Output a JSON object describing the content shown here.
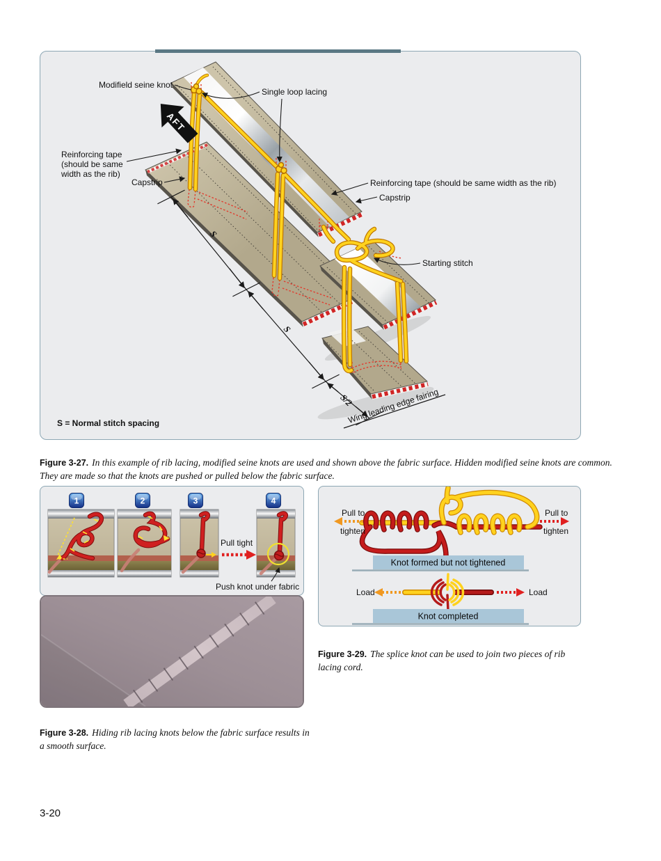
{
  "page_number": "3-20",
  "figure27": {
    "labels": {
      "modified_seine_knot": "Modifield seine knot",
      "single_loop_lacing": "Single loop lacing",
      "reinforcing_tape_left": [
        "Reinforcing tape",
        "(should be same",
        "width as the rib)"
      ],
      "capstrip_left": "Capstrip",
      "reinforcing_tape_right": "Reinforcing tape (should be same width as the rib)",
      "capstrip_right": "Capstrip",
      "starting_stitch": "Starting stitch",
      "aft": "AFT",
      "dim_s_1": "S",
      "dim_s_2": "S",
      "dim_s_half": "S/2",
      "wing_leading_edge": "Wing leading edge fairing",
      "legend": "S = Normal stitch spacing"
    },
    "caption": {
      "label": "Figure 3-27.",
      "text": "In this example of rib lacing, modified seine knots are used and shown above the fabric surface. Hidden modified seine knots are common. They are made so that the knots are pushed or pulled below the fabric surface."
    }
  },
  "figure28": {
    "steps": [
      "1",
      "2",
      "3",
      "4"
    ],
    "pull_tight": "Pull tight",
    "push_knot": "Push knot under fabric",
    "caption": {
      "label": "Figure 3-28.",
      "text": "Hiding rib lacing knots below the fabric surface results in a smooth surface."
    }
  },
  "figure29": {
    "pull_left": [
      "Pull to",
      "tighten"
    ],
    "pull_right": [
      "Pull to",
      "tighten"
    ],
    "banner_top": "Knot formed but not tightened",
    "load_left": "Load",
    "load_right": "Load",
    "banner_bottom": "Knot completed",
    "caption": {
      "label": "Figure 3-29.",
      "text": "The splice knot can be used to join two pieces of rib lacing cord."
    }
  },
  "colors": {
    "figure_bg": "#ebecee",
    "figure_border": "#8da7b4",
    "header_bar": "#5a7884",
    "cord_yellow": "#ffd21e",
    "cord_red": "#cf2020",
    "banner_blue": "#a9c6d8",
    "badge_blue": "#1b3a96",
    "plank_tan": "#c1b79c"
  }
}
